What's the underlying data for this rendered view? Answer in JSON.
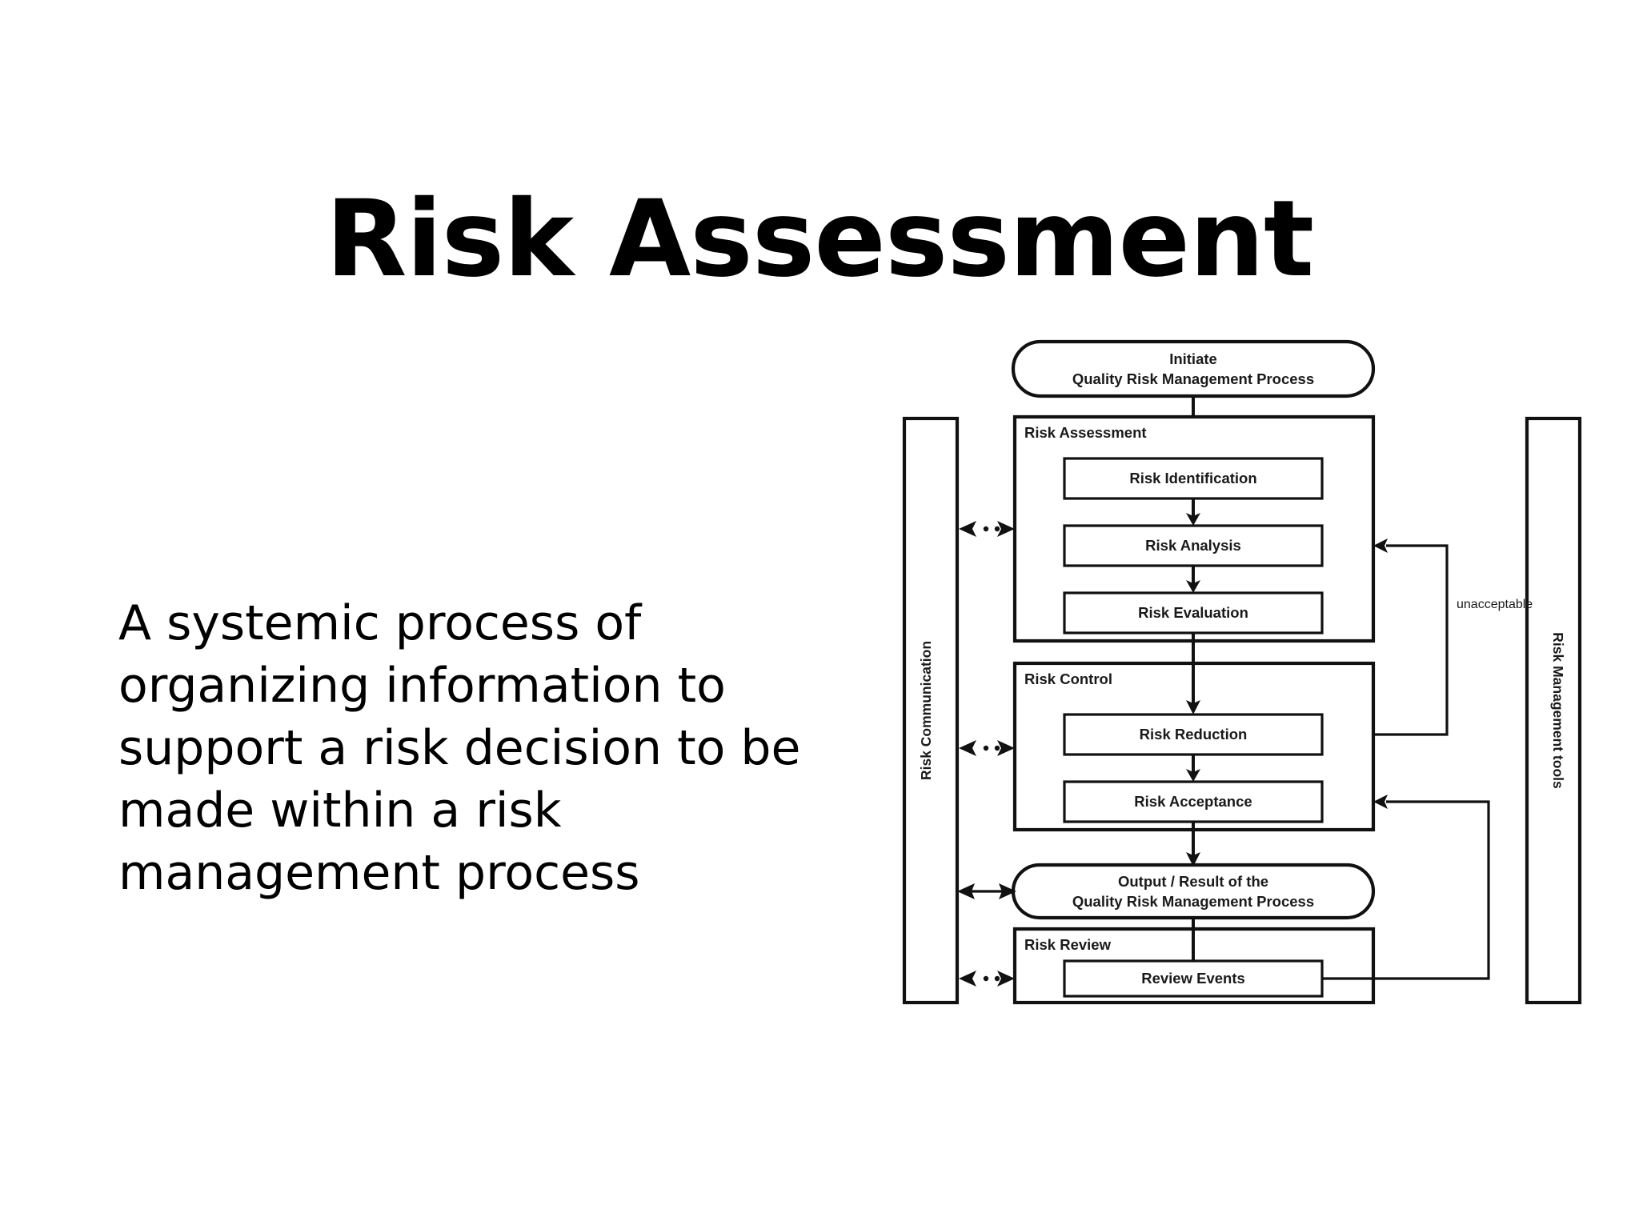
{
  "slide": {
    "title": "Risk Assessment",
    "body": "A systemic process of organizing information to support a risk decision to be made within a risk management process",
    "background_color": "#ffffff",
    "text_color": "#000000"
  },
  "diagram": {
    "name": "quality-risk-management-process",
    "stroke_color": "#111111",
    "fill_color": "#ffffff",
    "side_bars": {
      "left": {
        "label": "Risk Communication",
        "orientation": "vertical-bottom-to-top"
      },
      "right": {
        "label": "Risk Management tools",
        "orientation": "vertical-top-to-bottom"
      }
    },
    "start_node": {
      "shape": "rounded",
      "line1": "Initiate",
      "line2": "Quality Risk Management Process"
    },
    "end_node": {
      "shape": "rounded",
      "line1": "Output / Result of the",
      "line2": "Quality Risk Management Process"
    },
    "groups": [
      {
        "label": "Risk Assessment",
        "steps": [
          "Risk Identification",
          "Risk Analysis",
          "Risk Evaluation"
        ]
      },
      {
        "label": "Risk Control",
        "steps": [
          "Risk Reduction",
          "Risk Acceptance"
        ]
      },
      {
        "label": "Risk Review",
        "steps": [
          "Review Events"
        ]
      }
    ],
    "annotations": [
      {
        "label": "unacceptable",
        "from": "Risk Reduction",
        "to": "Risk Analysis"
      }
    ],
    "feedback_loops": [
      {
        "from": "Review Events",
        "to": "Risk Acceptance",
        "label": ""
      }
    ],
    "communication_links": [
      {
        "target": "Risk Assessment",
        "style": "dashed-double-arrow"
      },
      {
        "target": "Risk Control",
        "style": "dashed-double-arrow"
      },
      {
        "target": "Output / Result of the Quality Risk Management Process",
        "style": "solid-double-arrow"
      },
      {
        "target": "Risk Review",
        "style": "dashed-double-arrow"
      }
    ]
  }
}
